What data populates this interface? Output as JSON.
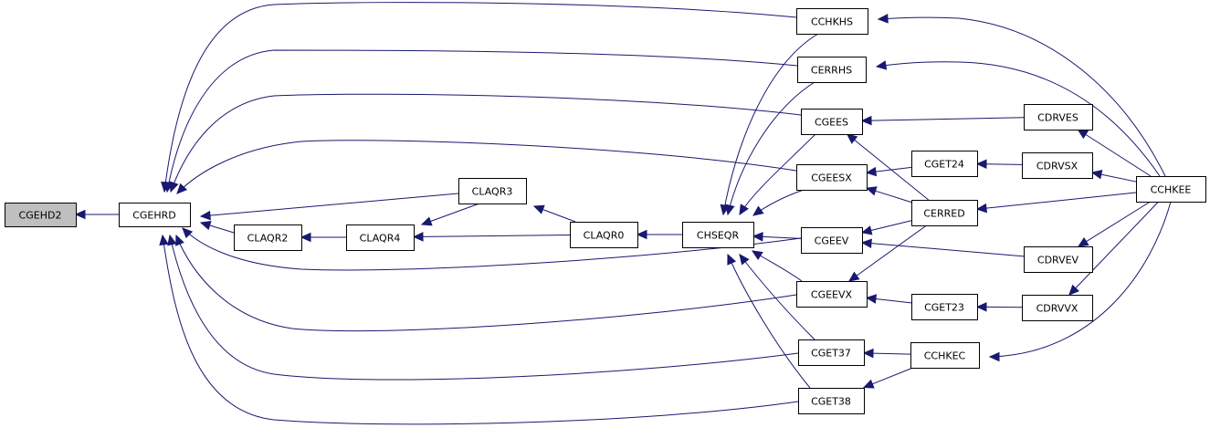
{
  "diagram": {
    "type": "call-graph",
    "root": "CGEHD2",
    "nodes": [
      {
        "id": "CGEHD2",
        "label": "CGEHD2",
        "highlight": true
      },
      {
        "id": "CGEHRD",
        "label": "CGEHRD"
      },
      {
        "id": "CLAQR2",
        "label": "CLAQR2"
      },
      {
        "id": "CLAQR4",
        "label": "CLAQR4"
      },
      {
        "id": "CLAQR3",
        "label": "CLAQR3"
      },
      {
        "id": "CLAQR0",
        "label": "CLAQR0"
      },
      {
        "id": "CHSEQR",
        "label": "CHSEQR"
      },
      {
        "id": "CCHKHS",
        "label": "CCHKHS"
      },
      {
        "id": "CERRHS",
        "label": "CERRHS"
      },
      {
        "id": "CGEES",
        "label": "CGEES"
      },
      {
        "id": "CGEESX",
        "label": "CGEESX"
      },
      {
        "id": "CGEEV",
        "label": "CGEEV"
      },
      {
        "id": "CGEEVX",
        "label": "CGEEVX"
      },
      {
        "id": "CGET37",
        "label": "CGET37"
      },
      {
        "id": "CGET38",
        "label": "CGET38"
      },
      {
        "id": "CGET24",
        "label": "CGET24"
      },
      {
        "id": "CERRED",
        "label": "CERRED"
      },
      {
        "id": "CGET23",
        "label": "CGET23"
      },
      {
        "id": "CCHKEC",
        "label": "CCHKEC"
      },
      {
        "id": "CDRVES",
        "label": "CDRVES"
      },
      {
        "id": "CDRVSX",
        "label": "CDRVSX"
      },
      {
        "id": "CDRVEV",
        "label": "CDRVEV"
      },
      {
        "id": "CDRVVX",
        "label": "CDRVVX"
      },
      {
        "id": "CCHKEE",
        "label": "CCHKEE"
      }
    ],
    "edges": [
      {
        "from": "CGEHRD",
        "to": "CGEHD2"
      },
      {
        "from": "CLAQR2",
        "to": "CGEHRD"
      },
      {
        "from": "CLAQR3",
        "to": "CGEHRD"
      },
      {
        "from": "CCHKHS",
        "to": "CGEHRD"
      },
      {
        "from": "CERRHS",
        "to": "CGEHRD"
      },
      {
        "from": "CGEES",
        "to": "CGEHRD"
      },
      {
        "from": "CGEESX",
        "to": "CGEHRD"
      },
      {
        "from": "CGEEV",
        "to": "CGEHRD"
      },
      {
        "from": "CGEEVX",
        "to": "CGEHRD"
      },
      {
        "from": "CGET37",
        "to": "CGEHRD"
      },
      {
        "from": "CGET38",
        "to": "CGEHRD"
      },
      {
        "from": "CLAQR4",
        "to": "CLAQR2"
      },
      {
        "from": "CLAQR3",
        "to": "CLAQR4"
      },
      {
        "from": "CLAQR0",
        "to": "CLAQR4"
      },
      {
        "from": "CLAQR0",
        "to": "CLAQR3"
      },
      {
        "from": "CHSEQR",
        "to": "CLAQR0"
      },
      {
        "from": "CCHKHS",
        "to": "CHSEQR"
      },
      {
        "from": "CERRHS",
        "to": "CHSEQR"
      },
      {
        "from": "CGEES",
        "to": "CHSEQR"
      },
      {
        "from": "CGEESX",
        "to": "CHSEQR"
      },
      {
        "from": "CGEEV",
        "to": "CHSEQR"
      },
      {
        "from": "CGEEVX",
        "to": "CHSEQR"
      },
      {
        "from": "CGET37",
        "to": "CHSEQR"
      },
      {
        "from": "CGET38",
        "to": "CHSEQR"
      },
      {
        "from": "CCHKEE",
        "to": "CCHKHS"
      },
      {
        "from": "CCHKEE",
        "to": "CERRHS"
      },
      {
        "from": "CDRVES",
        "to": "CGEES"
      },
      {
        "from": "CERRED",
        "to": "CGEES"
      },
      {
        "from": "CGET24",
        "to": "CGEESX"
      },
      {
        "from": "CERRED",
        "to": "CGEESX"
      },
      {
        "from": "CERRED",
        "to": "CGEEV"
      },
      {
        "from": "CDRVEV",
        "to": "CGEEV"
      },
      {
        "from": "CERRED",
        "to": "CGEEVX"
      },
      {
        "from": "CGET23",
        "to": "CGEEVX"
      },
      {
        "from": "CCHKEC",
        "to": "CGET37"
      },
      {
        "from": "CCHKEC",
        "to": "CGET38"
      },
      {
        "from": "CDRVSX",
        "to": "CGET24"
      },
      {
        "from": "CCHKEE",
        "to": "CERRED"
      },
      {
        "from": "CDRVVX",
        "to": "CGET23"
      },
      {
        "from": "CCHKEE",
        "to": "CCHKEC"
      },
      {
        "from": "CCHKEE",
        "to": "CDRVES"
      },
      {
        "from": "CCHKEE",
        "to": "CDRVSX"
      },
      {
        "from": "CCHKEE",
        "to": "CDRVEV"
      },
      {
        "from": "CCHKEE",
        "to": "CDRVVX"
      }
    ],
    "colors": {
      "edge": "#191970",
      "root_fill": "#bfbfbf",
      "node_fill": "#ffffff",
      "node_stroke": "#000000"
    }
  }
}
